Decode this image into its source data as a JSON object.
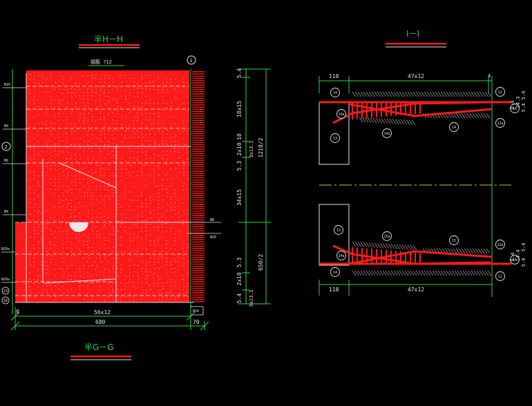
{
  "colors": {
    "background": "#000000",
    "rebar_red": "#ff1a1a",
    "dim_green": "#2bd44a",
    "text_white": "#e8e8e8",
    "center_line_yellow": "#c8c832",
    "hatch_gray": "#9a9a9a"
  },
  "left_view": {
    "title": "半H－H",
    "top_note": "钢筋 ?12",
    "bubble_top": "1",
    "bubble_left": "2",
    "left_labels": [
      "N10",
      "N9",
      "N9",
      "N9",
      "N20a",
      "N20a",
      "23",
      "18"
    ],
    "right_labels": [
      "N8",
      "N20"
    ],
    "bottom_corner_label": "N18",
    "dim_bottom_1": "56x12",
    "dim_bottom_2": "680",
    "dim_bottom_3": "70",
    "dim_bottom_zero": "0",
    "bottom_title": "半G－G"
  },
  "vertical_dims": {
    "segments": [
      "5.4",
      "18x15",
      "10",
      "2x10",
      "5.3",
      "34x15",
      "5.3",
      "2x10",
      "5.4"
    ],
    "side_labels": [
      "3x13.1",
      "3x13.1"
    ],
    "totals": [
      "1210/2",
      "650/2"
    ]
  },
  "right_view": {
    "title": "I－I",
    "top_dim_left": "118",
    "top_dim_mid": "47x12",
    "top_tick": "4",
    "bottom_dim_left": "118",
    "bottom_dim_mid": "47x12",
    "top_bubbles": [
      "14",
      "12",
      "16",
      "14a",
      "12a",
      "14a",
      "14",
      "13"
    ],
    "bottom_bubbles": [
      "13",
      "15a",
      "15",
      "12a",
      "14a",
      "16",
      "14",
      "12"
    ],
    "right_dims_top": [
      "5.4",
      "5.4",
      "14.3",
      "6.4"
    ],
    "right_dims_bottom": [
      "5.4",
      "5.4",
      "14.4",
      "6.4"
    ]
  }
}
